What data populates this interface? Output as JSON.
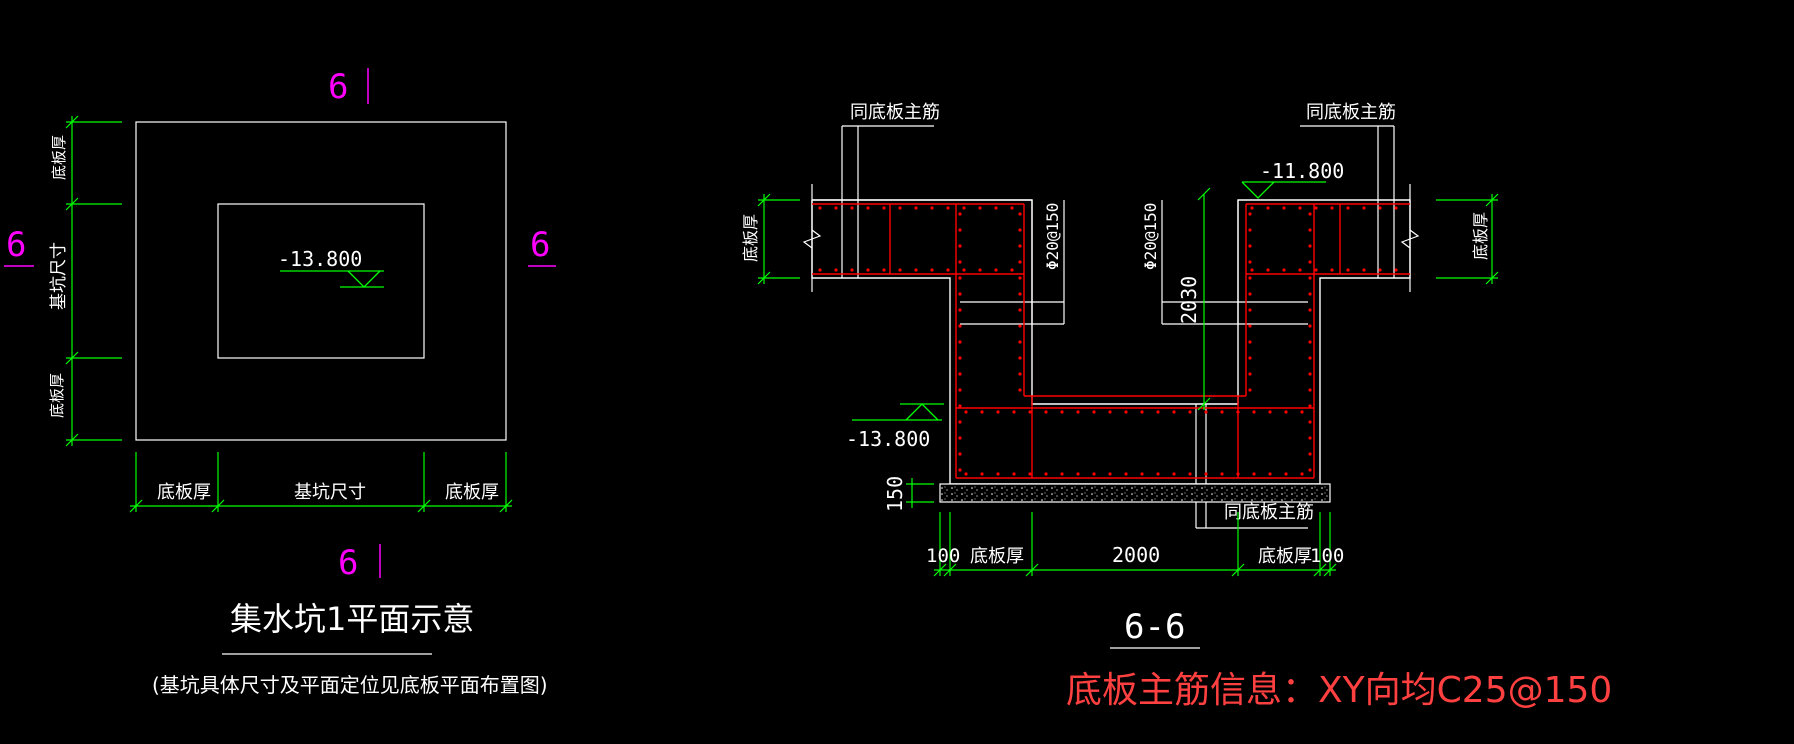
{
  "colors": {
    "background": "#000000",
    "outline": "#ffffff",
    "dimension": "#00ff00",
    "rebar": "#ff0000",
    "section_mark": "#ff00ff",
    "note": "#ff4040"
  },
  "plan": {
    "section_mark_label": "6",
    "elevation": "-13.800",
    "dims_left": [
      "底板厚",
      "基坑尺寸",
      "底板厚"
    ],
    "dims_bottom": [
      "底板厚",
      "基坑尺寸",
      "底板厚"
    ],
    "title": "集水坑1平面示意",
    "subtitle": "(基坑具体尺寸及平面定位见底板平面布置图)"
  },
  "section": {
    "label_top_left": "同底板主筋",
    "label_top_right": "同底板主筋",
    "label_bottom": "同底板主筋",
    "elev_top": "-11.800",
    "elev_bottom": "-13.800",
    "rebar_left": "Φ20@150",
    "rebar_right": "Φ20@150",
    "depth_dim": "2030",
    "side_dim_left": "底板厚",
    "side_dim_right": "底板厚",
    "pad_dim": "150",
    "bottom_dims": [
      "100",
      "底板厚",
      "2000",
      "底板厚",
      "100"
    ],
    "title": "6-6"
  },
  "note": "底板主筋信息：XY向均C25@150"
}
